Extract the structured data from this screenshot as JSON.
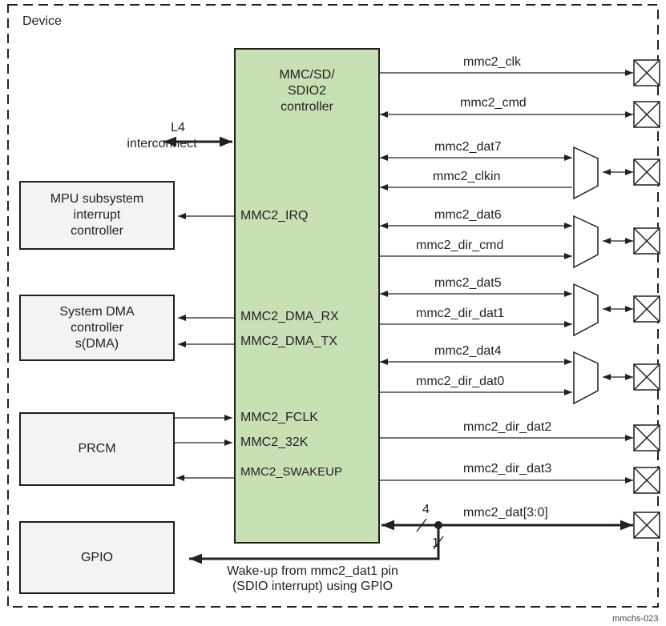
{
  "device_label": "Device",
  "figure_id": "mmchs-023",
  "controller": {
    "title_lines": [
      "MMC/SD/",
      "SDIO2",
      "controller"
    ],
    "ports": {
      "irq": "MMC2_IRQ",
      "dma_rx": "MMC2_DMA_RX",
      "dma_tx": "MMC2_DMA_TX",
      "fclk": "MMC2_FCLK",
      "k32": "MMC2_32K",
      "swakeup": "MMC2_SWAKEUP"
    }
  },
  "l4": {
    "line1": "L4",
    "line2": "interconnect"
  },
  "mpu_box": {
    "lines": [
      "MPU subsystem",
      "interrupt",
      "controller"
    ]
  },
  "dma_box": {
    "lines": [
      "System DMA",
      "controller",
      "s(DMA)"
    ]
  },
  "prcm_box": {
    "label": "PRCM"
  },
  "gpio_box": {
    "label": "GPIO"
  },
  "signals": {
    "clk": "mmc2_clk",
    "cmd": "mmc2_cmd",
    "dat7": "mmc2_dat7",
    "clkin": "mmc2_clkin",
    "dat6": "mmc2_dat6",
    "dir_cmd": "mmc2_dir_cmd",
    "dat5": "mmc2_dat5",
    "dir_dat1": "mmc2_dir_dat1",
    "dat4": "mmc2_dat4",
    "dir_dat0": "mmc2_dir_dat0",
    "dir_dat2": "mmc2_dir_dat2",
    "dir_dat3": "mmc2_dir_dat3",
    "dat30": "mmc2_dat[3:0]"
  },
  "bus": {
    "width_4": "4",
    "width_1": "1"
  },
  "wakeup_note": {
    "line1": "Wake-up from mmc2_dat1 pin",
    "line2": "(SDIO interrupt) using GPIO"
  }
}
